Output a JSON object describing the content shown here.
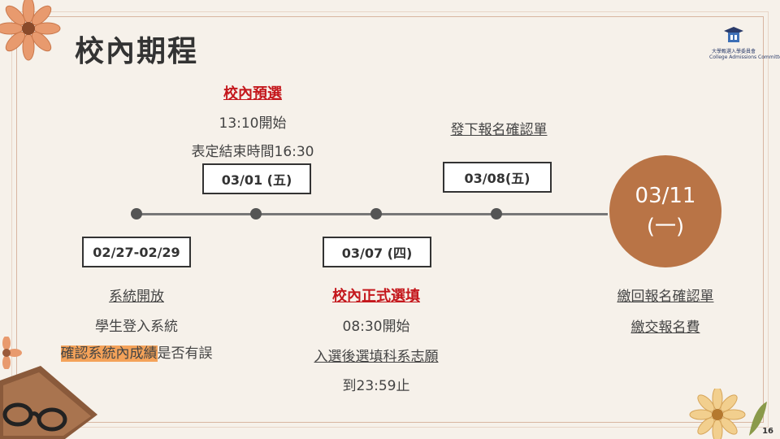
{
  "title": "校內期程",
  "logo": {
    "text": "大學甄選入學委員會",
    "subtext": "College Admissions Committee"
  },
  "page_number": "16",
  "milestones": {
    "m1": {
      "date": "02/27-02/29",
      "head": "系統開放",
      "line1": "學生登入系統",
      "line2_highlight": "確認系統內成績",
      "line2_rest": "是否有誤"
    },
    "m2": {
      "date": "03/01 (五)",
      "head": "校內預選",
      "line1": "13:10開始",
      "line2": "表定結束時間16:30"
    },
    "m3": {
      "date": "03/07 (四)",
      "head": "校內正式選填",
      "line1": "08:30開始",
      "line2": "入選後選填科系志願",
      "line3": "到23:59止"
    },
    "m4": {
      "date": "03/08(五)",
      "head": "發下報名確認單"
    },
    "m5": {
      "date_line1": "03/11",
      "date_line2": "(一)",
      "line1": "繳回報名確認單",
      "line2": "繳交報名費"
    }
  },
  "colors": {
    "accent_red": "#c4171c",
    "circle": "#b97446",
    "highlight": "#f4a259"
  }
}
